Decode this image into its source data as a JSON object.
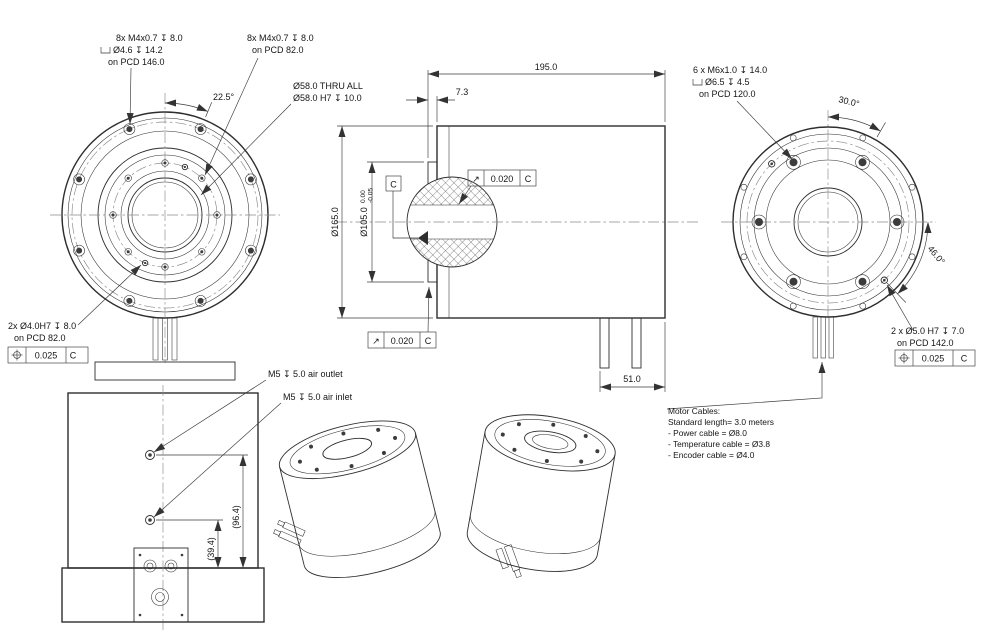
{
  "symbols": {
    "diameter": "Ø",
    "depth": "↧",
    "counterbore": "⌴",
    "position": "⌖",
    "runout": "↗"
  },
  "front_view": {
    "note_outer_bolts": {
      "line1": "8x M4x0.7 ↧ 8.0",
      "cbore_line": "Ø4.6 ↧ 14.2",
      "line3": "on PCD 146.0"
    },
    "note_inner_bolts": {
      "line1": "8x M4x0.7 ↧ 8.0",
      "line2": "on PCD 82.0"
    },
    "note_bore": {
      "line1": "Ø58.0 THRU ALL",
      "line2": "Ø58.0 H7 ↧ 10.0"
    },
    "angle_bolt_spacing": "22.5°",
    "note_dowel": {
      "line1": "2x Ø4.0H7 ↧ 8.0",
      "line2": "on PCD 82.0"
    },
    "fcf_dowel": {
      "symbol": "⌖",
      "tolerance": "0.025",
      "datum": "C"
    }
  },
  "section_view": {
    "dim_length": "195.0",
    "dim_flange_offset": "7.3",
    "dim_outer_diameter": "Ø165.0",
    "dim_spigot": {
      "value": "Ø105.0",
      "tol_upper": "0.00",
      "tol_lower": "-0.05"
    },
    "datum_label": "C",
    "fcf_runout_top": {
      "symbol": "↗",
      "tolerance": "0.020",
      "datum": "C"
    },
    "fcf_runout_bottom": {
      "symbol": "↗",
      "tolerance": "0.020",
      "datum": "C"
    },
    "dim_connector_offset": "51.0"
  },
  "rear_view": {
    "note_bolts": {
      "line1": "6 x M6x1.0 ↧ 14.0",
      "cbore_line": "Ø6.5 ↧ 4.5",
      "line3": "on PCD 120.0"
    },
    "angle_bolt": "30.0°",
    "angle_dowel": "46.0°",
    "note_dowel": {
      "line1": "2 x Ø5.0 H7 ↧ 7.0",
      "line2": "on PCD 142.0"
    },
    "fcf_dowel": {
      "symbol": "⌖",
      "tolerance": "0.025",
      "datum": "C"
    },
    "cable_note": {
      "line1": "Motor Cables:",
      "line2": "Standard length= 3.0 meters",
      "line3": "- Power cable = Ø8.0",
      "line4": "- Temperature cable = Ø3.8",
      "line5": "- Encoder cable = Ø4.0"
    }
  },
  "side_view": {
    "note_air_outlet": "M5 ↧ 5.0 air outlet",
    "note_air_inlet": "M5 ↧ 5.0 air inlet",
    "dim_outlet_height": "(96.4)",
    "dim_inlet_height": "(39.4)"
  }
}
